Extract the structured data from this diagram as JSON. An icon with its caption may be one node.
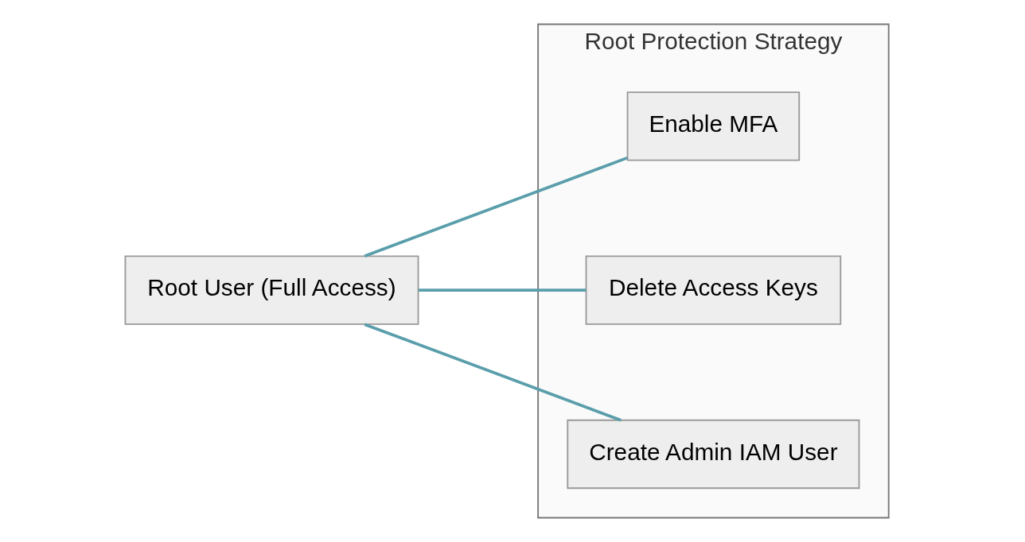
{
  "diagram": {
    "nodes": [
      {
        "text": [
          "Root User (Full Access)"
        ]
      },
      {
        "text": [
          "Root Protection Strategy"
        ]
      },
      {
        "text": [
          "Enable MFA"
        ],
        "in": 1
      },
      {
        "text": [
          "Delete Access Keys"
        ],
        "in": 1
      },
      {
        "text": [
          "Create Admin IAM User"
        ],
        "in": 1
      }
    ],
    "edges": [
      {
        "from": 0,
        "to": 2,
        "arrow": "none"
      },
      {
        "from": 0,
        "to": 3,
        "arrow": "none"
      },
      {
        "from": 0,
        "to": 4,
        "arrow": "none"
      }
    ]
  }
}
